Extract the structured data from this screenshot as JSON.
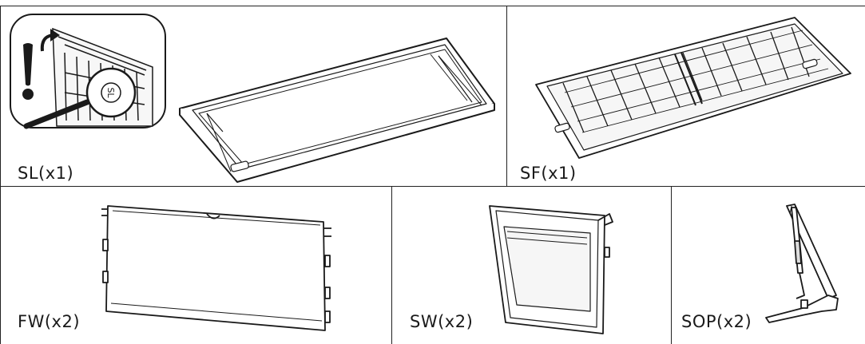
{
  "parts": [
    {
      "id": "sl",
      "label": "SL(x1)"
    },
    {
      "id": "sf",
      "label": "SF(x1)"
    },
    {
      "id": "fw",
      "label": "FW(x2)"
    },
    {
      "id": "sw",
      "label": "SW(x2)"
    },
    {
      "id": "sop",
      "label": "SOP(x2)"
    }
  ],
  "marks": {
    "magnifier_text": "SL",
    "part_tag": "SL"
  },
  "colors": {
    "line": "#1a1a1a",
    "fill_light": "#f2f2f2",
    "background": "#ffffff"
  }
}
